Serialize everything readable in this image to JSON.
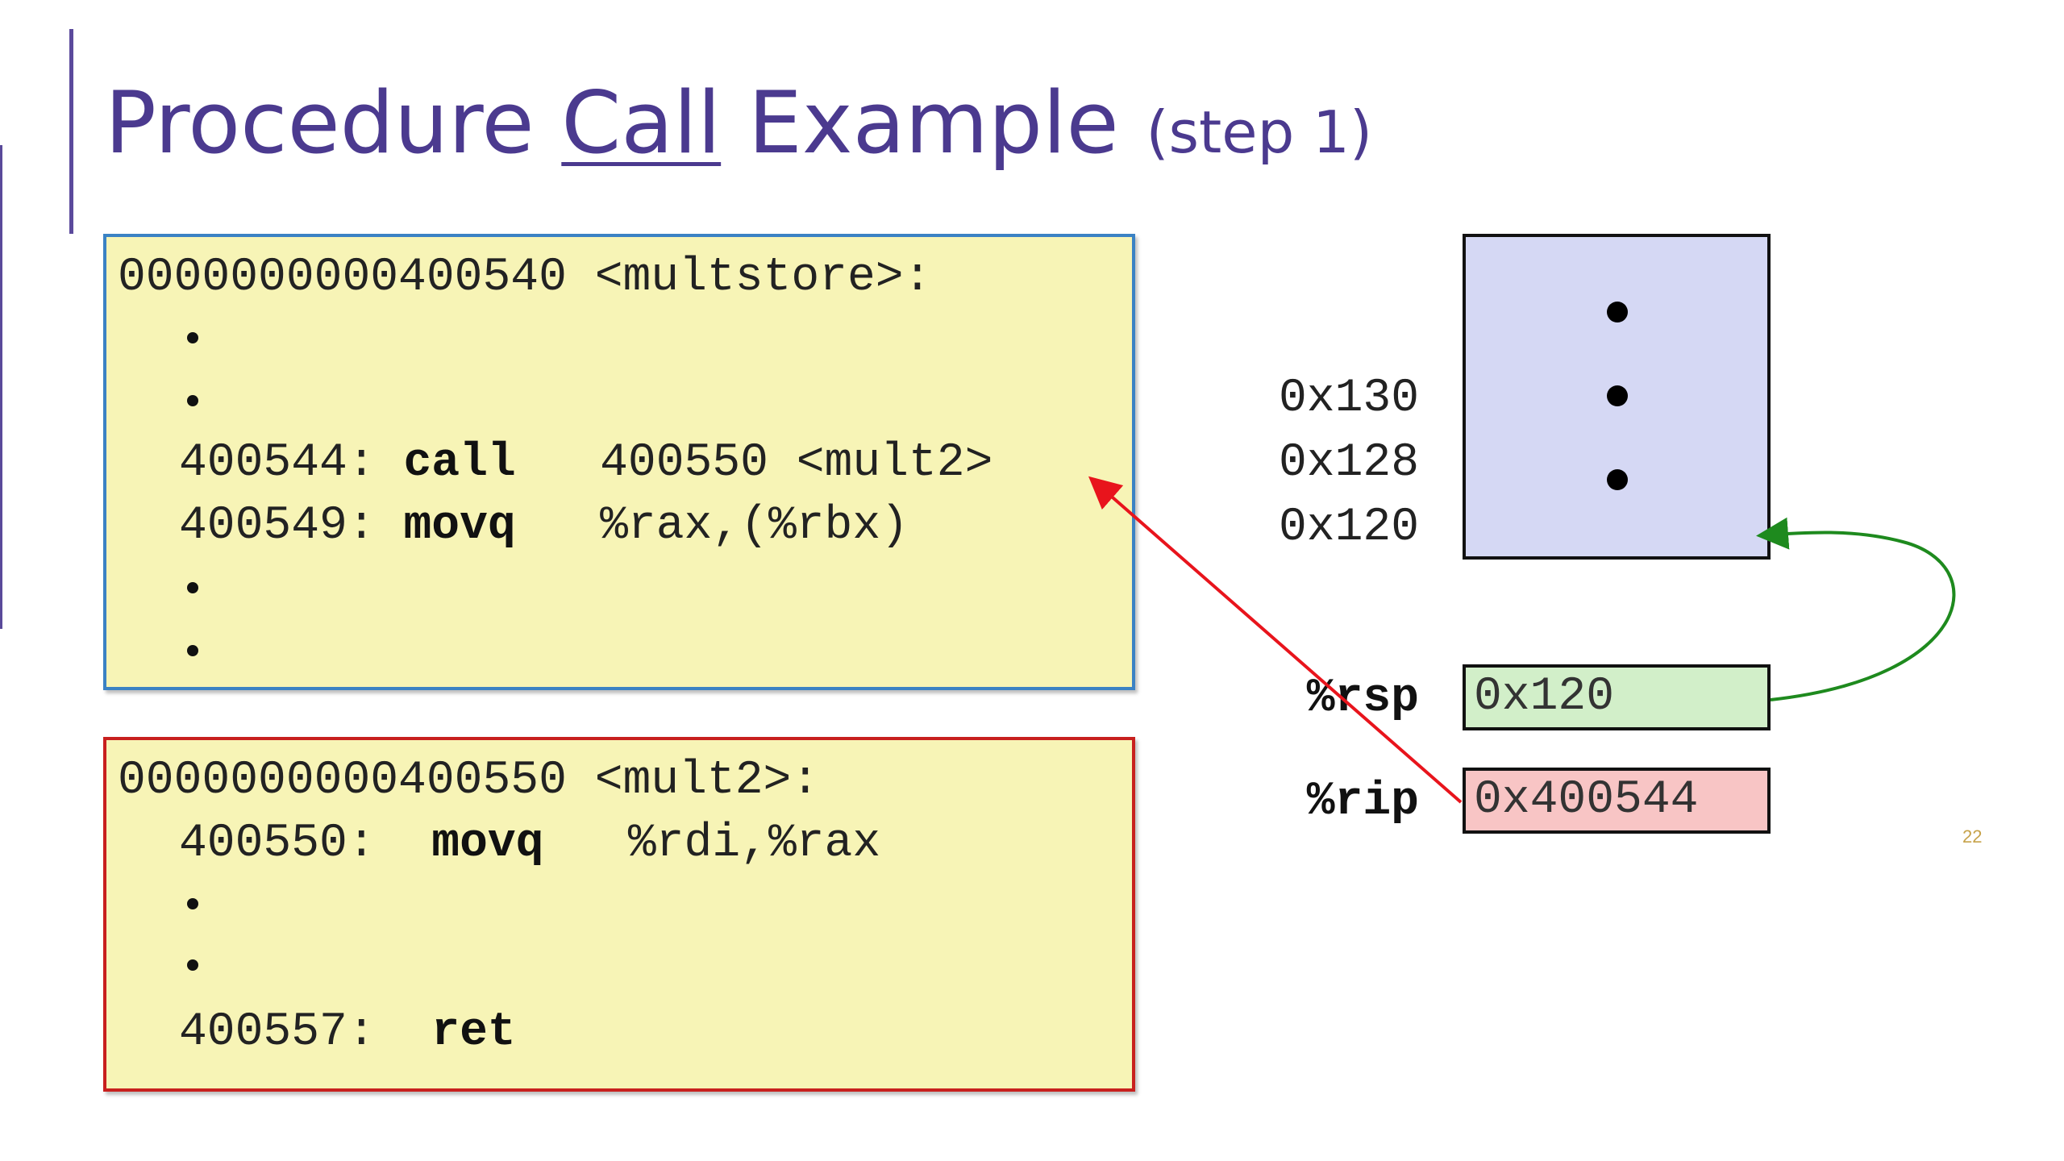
{
  "slide": {
    "title_main": "Procedure ",
    "title_call": "Call",
    "title_rest": " Example ",
    "title_sub": "(step 1)",
    "page_number": "22"
  },
  "multstore_box": {
    "header": "0000000000400540 <multstore>:",
    "call_addr": "400544:",
    "call_op": "call",
    "call_arg": "400550 <mult2>",
    "movq_addr": "400549:",
    "movq_op": "movq",
    "movq_arg": "%rax,(%rbx)"
  },
  "mult2_box": {
    "header": "0000000000400550 <mult2>:",
    "movq_addr": "400550:",
    "movq_op": "movq",
    "movq_arg": "%rdi,%rax",
    "ret_addr": "400557:",
    "ret_op": "ret"
  },
  "stack": {
    "addresses": [
      "0x130",
      "0x128",
      "0x120"
    ]
  },
  "registers": {
    "rsp_label": "%rsp",
    "rsp_value": "0x120",
    "rip_label": "%rip",
    "rip_value": "0x400544"
  },
  "colors": {
    "title": "#4b3a8f",
    "code_bg": "#f7f4b6",
    "box1_border": "#3b82c4",
    "box2_border": "#c8201e",
    "stack_bg": "#d5d8f4",
    "rsp_bg": "#d2efc9",
    "rip_bg": "#f8c5c5",
    "red_arrow": "#e8141c",
    "green_arrow": "#1e8a1e"
  }
}
